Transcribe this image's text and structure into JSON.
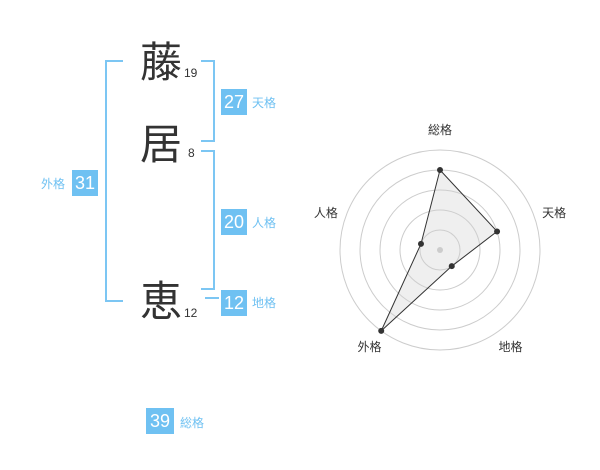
{
  "name": {
    "chars": [
      {
        "kanji": "藤",
        "strokes": "19"
      },
      {
        "kanji": "居",
        "strokes": "8"
      },
      {
        "kanji": "恵",
        "strokes": "12"
      }
    ]
  },
  "fortune": {
    "tenkaku": {
      "value": "27",
      "label": "天格"
    },
    "jinkaku": {
      "value": "20",
      "label": "人格"
    },
    "chikaku": {
      "value": "12",
      "label": "地格"
    },
    "gaikaku": {
      "value": "31",
      "label": "外格"
    },
    "soukaku": {
      "value": "39",
      "label": "総格"
    }
  },
  "colors": {
    "accent": "#6fc1f2",
    "line": "#7cc6f3",
    "text": "#333333"
  },
  "chart_data": {
    "type": "radar",
    "axes": [
      "総格",
      "天格",
      "地格",
      "外格",
      "人格"
    ],
    "values": [
      4,
      3,
      1,
      5,
      1
    ],
    "max": 5,
    "rings": 5
  }
}
